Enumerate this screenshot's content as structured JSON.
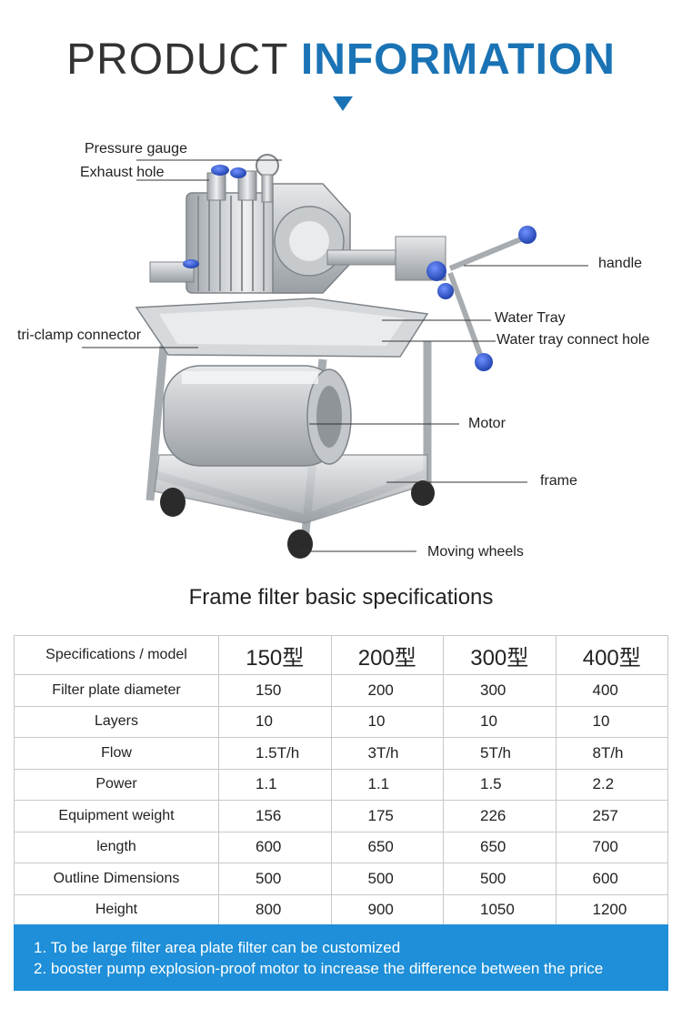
{
  "header": {
    "title_light": "PRODUCT ",
    "title_bold": "INFORMATION"
  },
  "colors": {
    "accent": "#1a73b5",
    "notes_bg": "#1e8fd8",
    "steel": "#c9ccd0",
    "knob": "#2a56c8"
  },
  "diagram_labels": {
    "pressure_gauge": "Pressure gauge",
    "exhaust_hole": "Exhaust hole",
    "handle": "handle",
    "water_tray": "Water Tray",
    "tri_clamp": "tri-clamp connector",
    "water_tray_connect": "Water tray connect hole",
    "motor": "Motor",
    "frame": "frame",
    "moving_wheels": "Moving wheels"
  },
  "specs": {
    "title": "Frame filter basic specifications",
    "header_label": "Specifications / model",
    "models": [
      "150型",
      "200型",
      "300型",
      "400型"
    ],
    "rows": [
      {
        "name": "Filter plate diameter",
        "values": [
          "150",
          "200",
          "300",
          "400"
        ]
      },
      {
        "name": "Layers",
        "values": [
          "10",
          "10",
          "10",
          "10"
        ]
      },
      {
        "name": "Flow",
        "values": [
          "1.5T/h",
          "3T/h",
          "5T/h",
          "8T/h"
        ]
      },
      {
        "name": "Power",
        "values": [
          "1.1",
          "1.1",
          "1.5",
          "2.2"
        ]
      },
      {
        "name": "Equipment weight",
        "values": [
          "156",
          "175",
          "226",
          "257"
        ]
      },
      {
        "name": "length",
        "values": [
          "600",
          "650",
          "650",
          "700"
        ]
      },
      {
        "name": "Outline Dimensions",
        "values": [
          "500",
          "500",
          "500",
          "600"
        ]
      },
      {
        "name": "Height",
        "values": [
          "800",
          "900",
          "1050",
          "1200"
        ]
      }
    ]
  },
  "notes": [
    "1. To be large filter area plate filter can be customized",
    "2. booster pump explosion-proof motor to increase the difference between the price"
  ]
}
